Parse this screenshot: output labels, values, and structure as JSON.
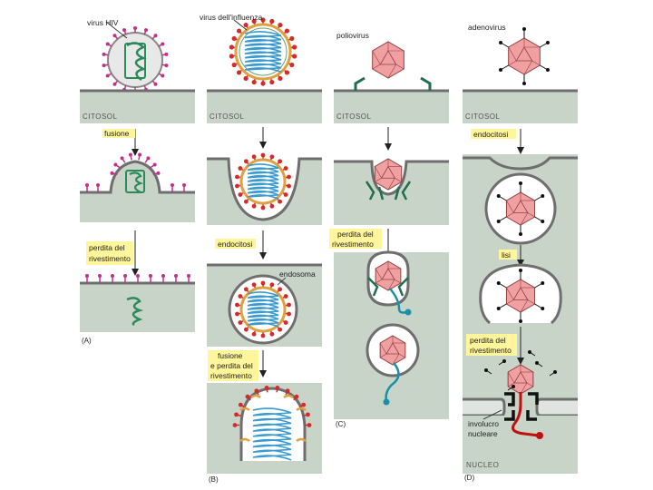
{
  "panel_a": {
    "virus_label": "virus HIV",
    "cytosol_label": "CITOSOL",
    "step1_label": "fusione",
    "step2_line1": "perdita del",
    "step2_line2": "rivestimento",
    "panel_label": "(A)"
  },
  "panel_b": {
    "virus_label": "virus dell'influenza",
    "cytosol_label": "CITOSOL",
    "step1_label": "endocitosi",
    "endosome_label": "endosoma",
    "step2_line1": "fusione",
    "step2_line2": "e perdita del",
    "step2_line3": "rivestimento",
    "panel_label": "(B)"
  },
  "panel_c": {
    "virus_label": "poliovirus",
    "cytosol_label": "CITOSOL",
    "step1_line1": "perdita del",
    "step1_line2": "rivestimento",
    "panel_label": "(C)"
  },
  "panel_d": {
    "virus_label": "adenovirus",
    "cytosol_label": "CITOSOL",
    "step1_label": "endocitosi",
    "step2_label": "lisi",
    "step3_line1": "perdita del",
    "step3_line2": "rivestimento",
    "envelope_line1": "involucro",
    "envelope_line2": "nucleare",
    "nucleus_label": "NUCLEO",
    "panel_label": "(D)"
  },
  "colors": {
    "cell": "#c9d4c9",
    "membrane": "#6e6e6e",
    "highlight": "#fff59a",
    "hiv_spike": "#c0308a",
    "hiv_genome": "#2a8a5a",
    "flu_spike": "#d42a2a",
    "flu_lipid": "#e0a040",
    "flu_genome": "#3a9ad0",
    "capsid": "#f0a0a0",
    "capsid_line": "#904040",
    "polio_receptor": "#1f6e4e",
    "rna_teal": "#1a8fa8"
  }
}
